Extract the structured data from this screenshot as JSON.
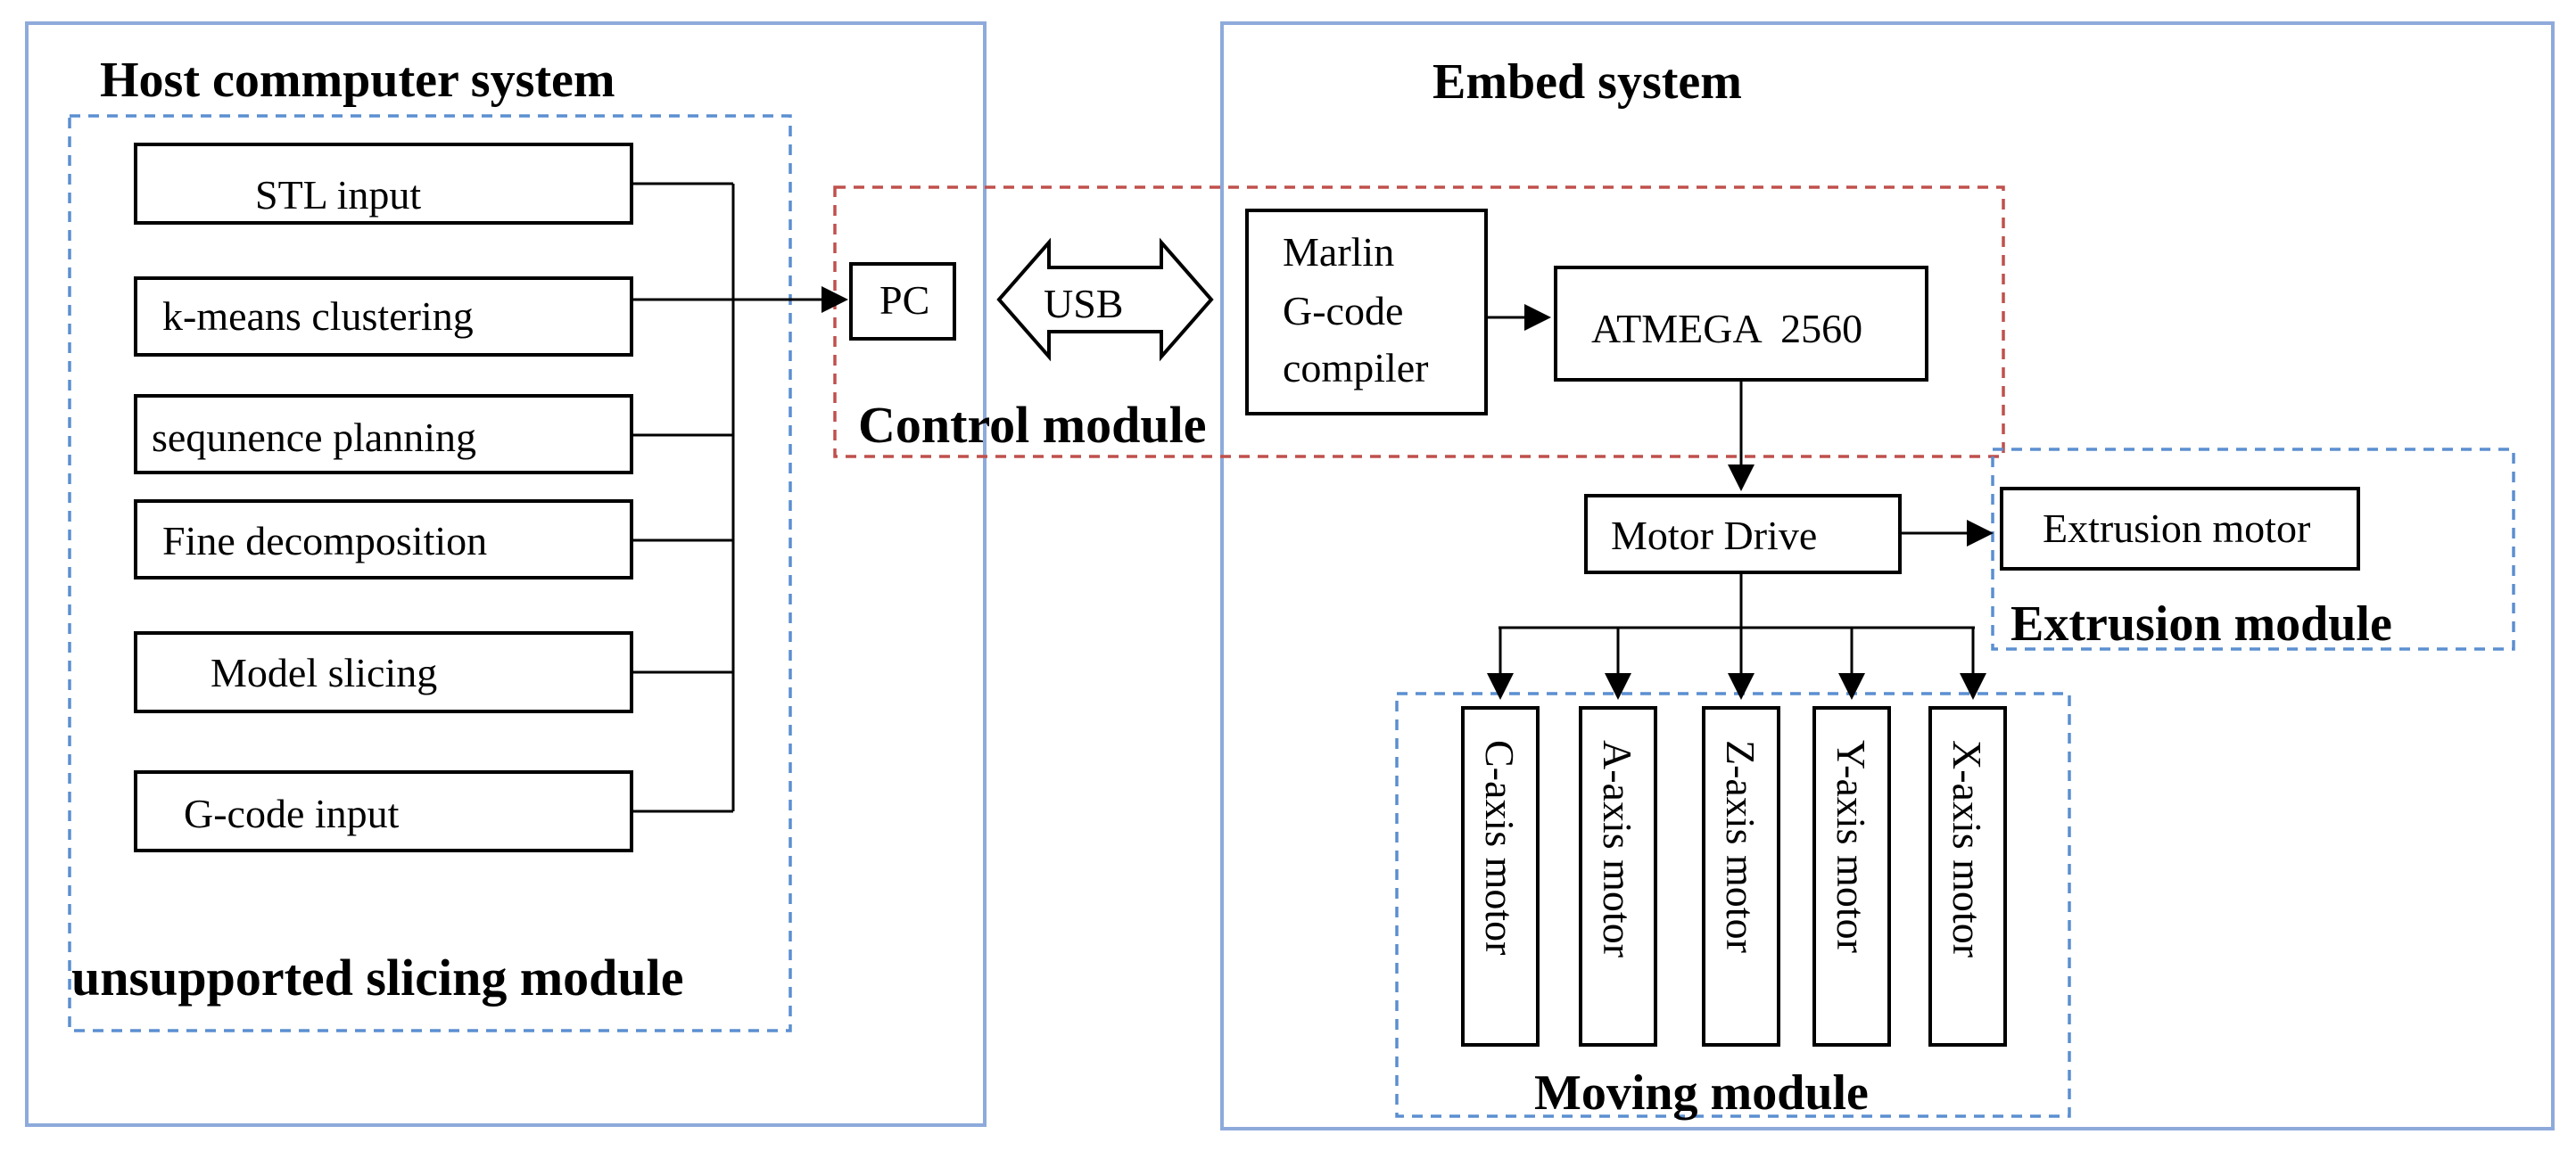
{
  "host_system": {
    "title": "Host commputer system",
    "module_label": "unsupported slicing module",
    "steps": [
      "STL input",
      "k-means clustering",
      "sequnence planning",
      "Fine decomposition",
      "Model slicing",
      "G-code input"
    ]
  },
  "embed_system": {
    "title": "Embed system"
  },
  "control_module": {
    "label": "Control module",
    "pc": "PC",
    "usb": "USB",
    "marlin_lines": [
      "Marlin",
      "G-code",
      "compiler"
    ],
    "atmega": "ATMEGA  2560"
  },
  "motor_drive": "Motor Drive",
  "extrusion_module": {
    "label": "Extrusion module",
    "motor": "Extrusion motor"
  },
  "moving_module": {
    "label": "Moving module",
    "motors": [
      "C-axis motor",
      "A-axis motor",
      "Z-axis motor",
      "Y-axis motor",
      "X-axis motor"
    ]
  }
}
